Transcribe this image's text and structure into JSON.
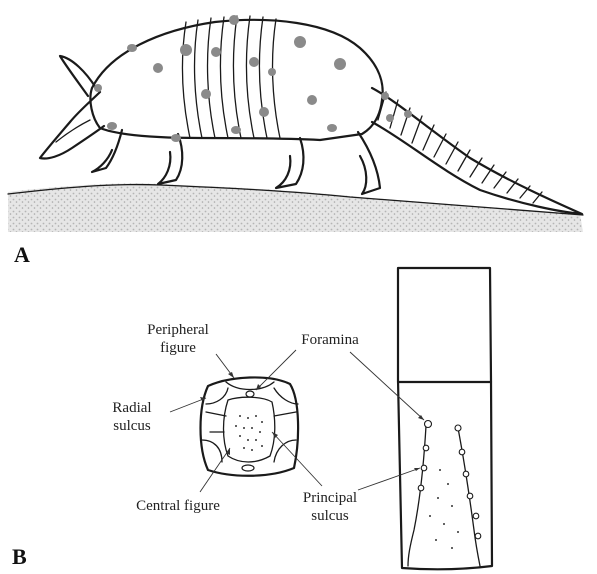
{
  "panels": {
    "a": "A",
    "b": "B"
  },
  "labels": {
    "peripheral_figure_line1": "Peripheral",
    "peripheral_figure_line2": "figure",
    "foramina": "Foramina",
    "radial_sulcus_line1": "Radial",
    "radial_sulcus_line2": "sulcus",
    "central_figure": "Central figure",
    "principal_sulcus_line1": "Principal",
    "principal_sulcus_line2": "sulcus"
  },
  "colors": {
    "ink": "#1a1a1a",
    "spots": "#8a8a8a",
    "ground": "#c9c9c9"
  }
}
